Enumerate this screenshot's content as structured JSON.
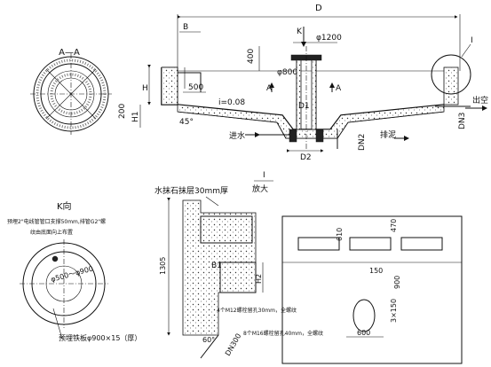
{
  "main_section": {
    "dim_D": "D",
    "dim_B": "B",
    "dim_K": "K",
    "pipe_1200": "φ1200",
    "pipe_800": "φ800",
    "dim_400": "400",
    "dim_500": "500",
    "dim_H": "H",
    "dim_H1": "H1",
    "dim_200": "200",
    "slope": "i=0.08",
    "angle_45": "45°",
    "section_A_left": "A",
    "section_A_right": "A",
    "dim_D1": "D1",
    "dim_D2": "D2",
    "dim_DN2": "DN2",
    "dim_DN3": "DN3",
    "inlet": "进水",
    "sludge": "排泥",
    "outlet": "出空",
    "detail_ref": "I"
  },
  "section_aa": {
    "title": "A—A"
  },
  "k_view": {
    "title": "K向",
    "note_line1": "预埋2\"电线管管口支撑50mm,排管G2\"螺",
    "note_line2": "纹由底面向上布置",
    "dia_label": "φ500～φ900",
    "plate_note": "预埋铁板φ900×15（厚）"
  },
  "detail": {
    "title_num": "I",
    "title_text": "放大",
    "plaster_note": "水抹石抹层30mm厚",
    "dim_1305": "1305",
    "dim_B1": "B1",
    "dim_H2": "H2",
    "dim_610": "610",
    "dim_470": "470",
    "dim_150": "150",
    "dim_900": "900",
    "dim_3x150": "3×150",
    "dim_600": "600",
    "bolt_note_1": "4个M12螺栓留孔30mm，全螺纹",
    "bolt_note_2": "8个M16螺栓留孔40mm，全螺纹",
    "angle_60": "60°",
    "dn300": "DN300"
  }
}
